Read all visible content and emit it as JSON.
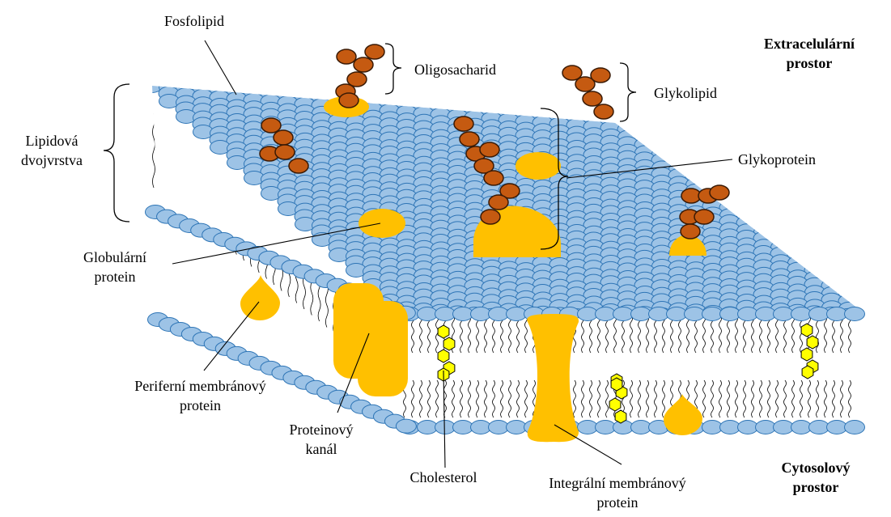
{
  "labels": {
    "fosfolipid": "Fosfolipid",
    "oligosacharid": "Oligosacharid",
    "glykolipid": "Glykolipid",
    "glykoprotein": "Glykoprotein",
    "lipidova_line1": "Lipidová",
    "lipidova_line2": "dvojvrstva",
    "globularni_line1": "Globulární",
    "globularni_line2": "protein",
    "periferni_line1": "Periferní membránový",
    "periferni_line2": "protein",
    "proteinovy_line1": "Proteinový",
    "proteinovy_line2": "kanál",
    "cholesterol": "Cholesterol",
    "integralni_line1": "Integrální membránový",
    "integralni_line2": "protein",
    "extra_line1": "Extracelulární",
    "extra_line2": "prostor",
    "cyto_line1": "Cytosolový",
    "cyto_line2": "prostor"
  },
  "colors": {
    "head_fill": "#9dc3e6",
    "head_stroke": "#2e75b6",
    "protein": "#ffc000",
    "sugar_fill": "#c55a11",
    "sugar_stroke": "#3a1a05",
    "cholesterol": "#ffff00"
  }
}
